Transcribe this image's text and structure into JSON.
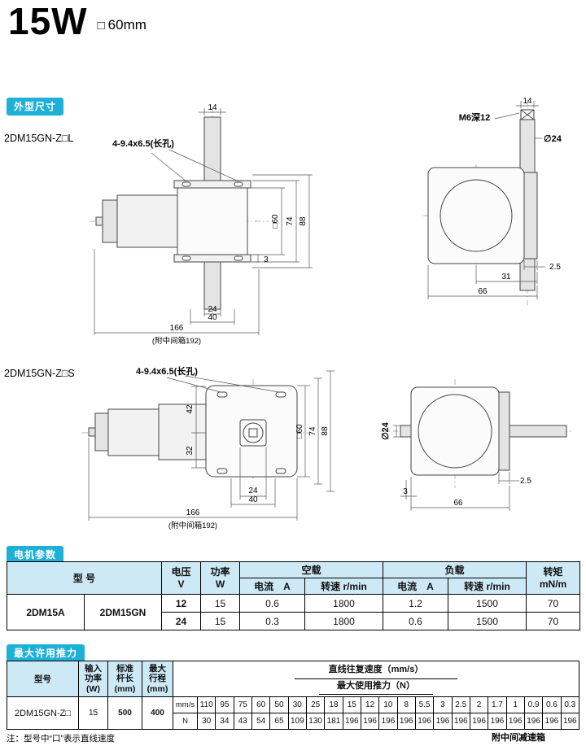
{
  "page": {
    "title": "15W",
    "square_symbol": "□",
    "size_label": "60mm"
  },
  "dim_section": {
    "label": "外型尺寸",
    "modelL": "2DM15GN-Z□L",
    "modelS": "2DM15GN-Z□S",
    "dimL": {
      "slot": "4-9.4x6.5(长孔)",
      "d14": "14",
      "sq60": "□60",
      "d74": "74",
      "d88": "88",
      "d3": "3",
      "d24": "24",
      "d40": "40",
      "d166": "166",
      "note": "(附中间箱192)"
    },
    "sideL": {
      "d14": "14",
      "m6": "M6深12",
      "dia24": "∅24",
      "d25": "2.5",
      "d31": "31",
      "d66": "66"
    },
    "dimS": {
      "slot": "4-9.4x6.5(长孔)",
      "d42": "42",
      "d32": "32",
      "sq60": "□60",
      "d74": "74",
      "d88": "88",
      "d24": "24",
      "d40": "40",
      "d166": "166",
      "note": "(附中间箱192)"
    },
    "sideS": {
      "dia24": "∅24",
      "d25": "2.5",
      "d3": "3",
      "d66": "66"
    }
  },
  "motor_section": {
    "label": "电机参数",
    "headers": {
      "model": "型  号",
      "voltage": "电压\nV",
      "power": "功率\nW",
      "no_load": "空载",
      "load": "负载",
      "current": "电流　A",
      "speed": "转速 r/min",
      "torque": "转矩\nmN/m"
    },
    "model_a": "2DM15A",
    "model_gn": "2DM15GN",
    "rows": [
      {
        "v": "12",
        "w": "15",
        "nl_a": "0.6",
        "nl_rpm": "1800",
        "ld_a": "1.2",
        "ld_rpm": "1500",
        "tq": "70"
      },
      {
        "v": "24",
        "w": "15",
        "nl_a": "0.3",
        "nl_rpm": "1800",
        "ld_a": "0.6",
        "ld_rpm": "1500",
        "tq": "70"
      }
    ]
  },
  "thrust_section": {
    "label": "最大许用推力",
    "headers": {
      "model": "型号",
      "input_power": "输入\n功率\n(W)",
      "rod_length": "标准\n杆长\n(mm)",
      "max_stroke": "最大\n行程\n(mm)",
      "speed_title": "直线往复速度（mm/s）",
      "force_title": "最大使用推力（N）",
      "speed_unit": "mm/s",
      "force_unit": "N"
    },
    "row": {
      "model": "2DM15GN-Z□",
      "input_power": "15",
      "rod_length": "500",
      "max_stroke": "400"
    },
    "speeds": [
      "110",
      "95",
      "75",
      "60",
      "50",
      "30",
      "25",
      "18",
      "15",
      "12",
      "10",
      "8",
      "5.5",
      "3",
      "2.5",
      "2",
      "1.7",
      "1",
      "0.9",
      "0.6",
      "0.3"
    ],
    "forces": [
      "30",
      "34",
      "43",
      "54",
      "65",
      "109",
      "130",
      "181",
      "196",
      "196",
      "196",
      "196",
      "196",
      "196",
      "196",
      "196",
      "196",
      "196",
      "196",
      "196",
      "196"
    ]
  },
  "footer": {
    "note": "注：型号中“口”表示直线速度",
    "gearbox_note": "附中间减速箱"
  }
}
